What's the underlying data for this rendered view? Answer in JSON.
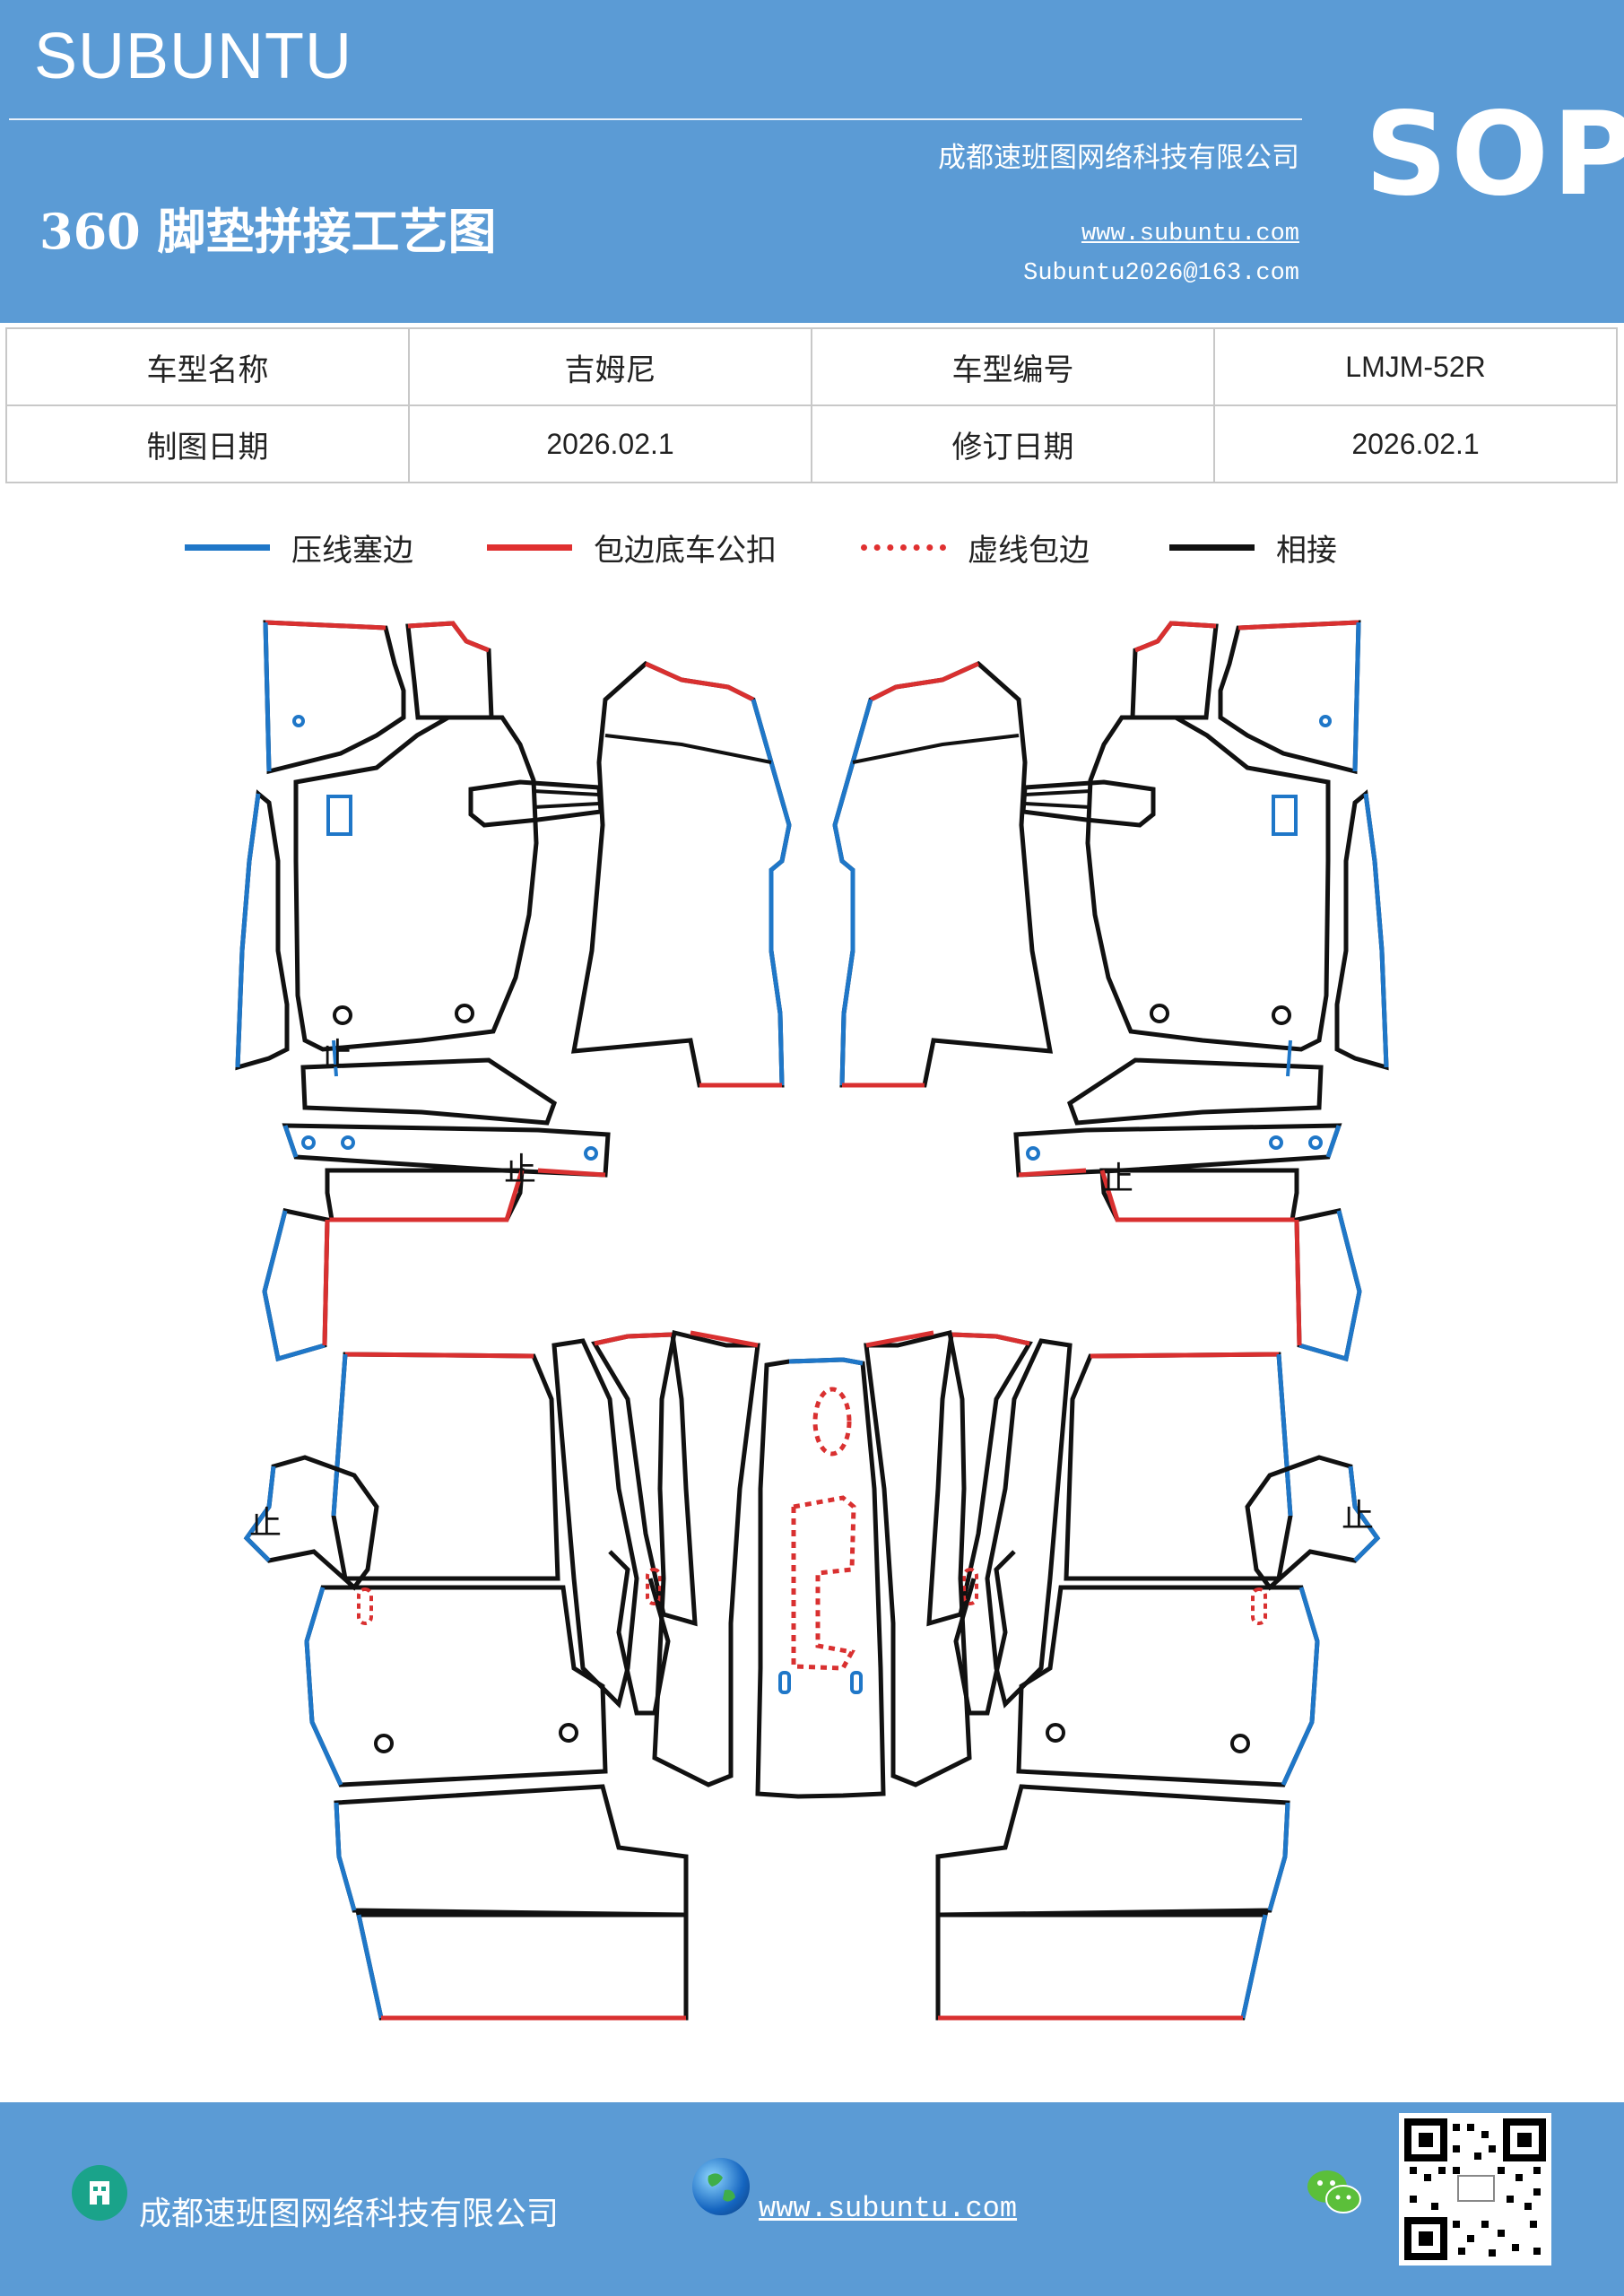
{
  "header": {
    "brand": "SUBUNTU",
    "title": "360 脚垫拼接工艺图",
    "company": "成都速班图网络科技有限公司",
    "website": "www.subuntu.com",
    "email": "Subuntu2026@163.com",
    "badge": "SOP"
  },
  "info_table": {
    "row1": [
      "车型名称",
      "吉姆尼",
      "车型编号",
      "LMJM-52R"
    ],
    "row2": [
      "制图日期",
      "2026.02.1",
      "修订日期",
      "2026.02.1"
    ]
  },
  "legend": [
    {
      "label": "压线塞边",
      "color": "#1f77c8",
      "style": "solid"
    },
    {
      "label": "包边底车公扣",
      "color": "#e03030",
      "style": "solid"
    },
    {
      "label": "虚线包边",
      "color": "#e03030",
      "style": "dotted"
    },
    {
      "label": "相接",
      "color": "#111111",
      "style": "solid"
    }
  ],
  "colors": {
    "header_bg": "#5b9bd5",
    "blue_line": "#1f77c8",
    "red_line": "#d93030",
    "black_line": "#111111"
  },
  "stop_mark": "止",
  "footer": {
    "company": "成都速班图网络科技有限公司",
    "website": "www.subuntu.com ",
    "icons": [
      "building-icon",
      "globe-icon",
      "wechat-icon",
      "qr-code"
    ]
  }
}
